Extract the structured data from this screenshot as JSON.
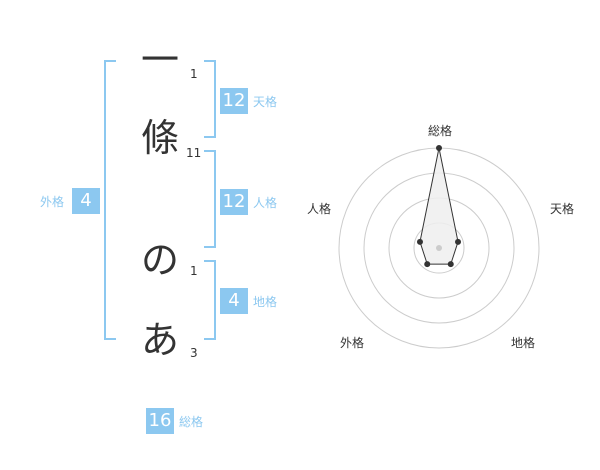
{
  "name": {
    "characters": [
      {
        "char": "一",
        "strokes": "1"
      },
      {
        "char": "條",
        "strokes": "11"
      },
      {
        "char": "の",
        "strokes": "1"
      },
      {
        "char": "あ",
        "strokes": "3"
      }
    ]
  },
  "fortunes": {
    "tenkaku": {
      "label": "天格",
      "value": "12"
    },
    "jinkaku": {
      "label": "人格",
      "value": "12"
    },
    "chikaku": {
      "label": "地格",
      "value": "4"
    },
    "gaikaku": {
      "label": "外格",
      "value": "4"
    },
    "soukaku": {
      "label": "総格",
      "value": "16"
    }
  },
  "colors": {
    "accent": "#8cc8f0",
    "text": "#333333",
    "ring": "#cccccc"
  },
  "chart_data": {
    "type": "radar",
    "axes": [
      "総格",
      "天格",
      "地格",
      "外格",
      "人格"
    ],
    "values": [
      5,
      1,
      1,
      1,
      1
    ],
    "max": 5
  }
}
